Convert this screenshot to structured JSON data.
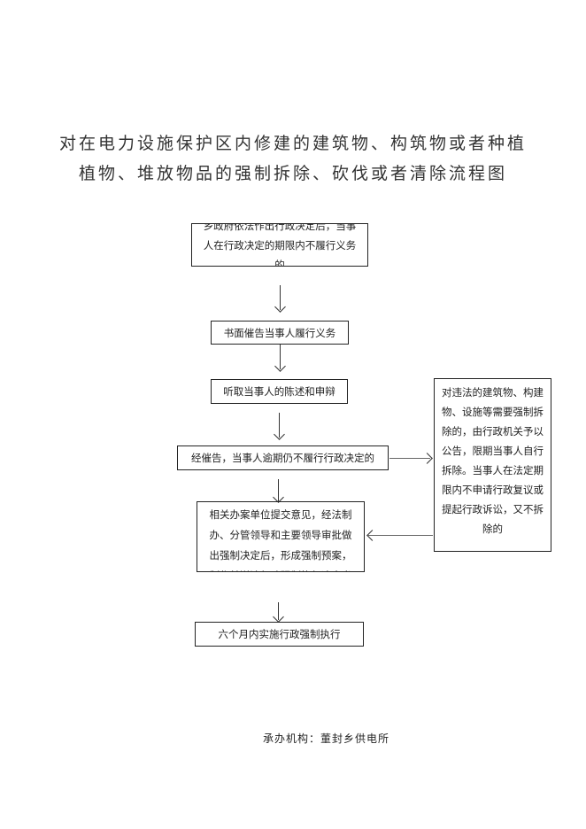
{
  "title": {
    "line1": "对在电力设施保护区内修建的建筑物、构筑物或者种植",
    "line2": "植物、堆放物品的强制拆除、砍伐或者清除流程图"
  },
  "steps": {
    "s1": "乡政府依法作出行政决定后，当事人在行政决定的期限内不履行义务的",
    "s2": "书面催告当事人履行义务",
    "s3": "听取当事人的陈述和申辩",
    "s4": "经催告，当事人逾期仍不履行行政决定的",
    "s5": "相关办案单位提交意见，经法制办、分管领导和主要领导审批做出强制决定后，形成强制预案，制作并送达行政强制执行决定书",
    "side": "对违法的建筑物、构建物、设施等需要强制拆除的，由行政机关予以公告，限期当事人自行拆除。当事人在法定期限内不申请行政复议或提起行政诉讼，又不拆除的",
    "s6": "六个月内实施行政强制执行"
  },
  "footer": "承办机构：董封乡供电所"
}
